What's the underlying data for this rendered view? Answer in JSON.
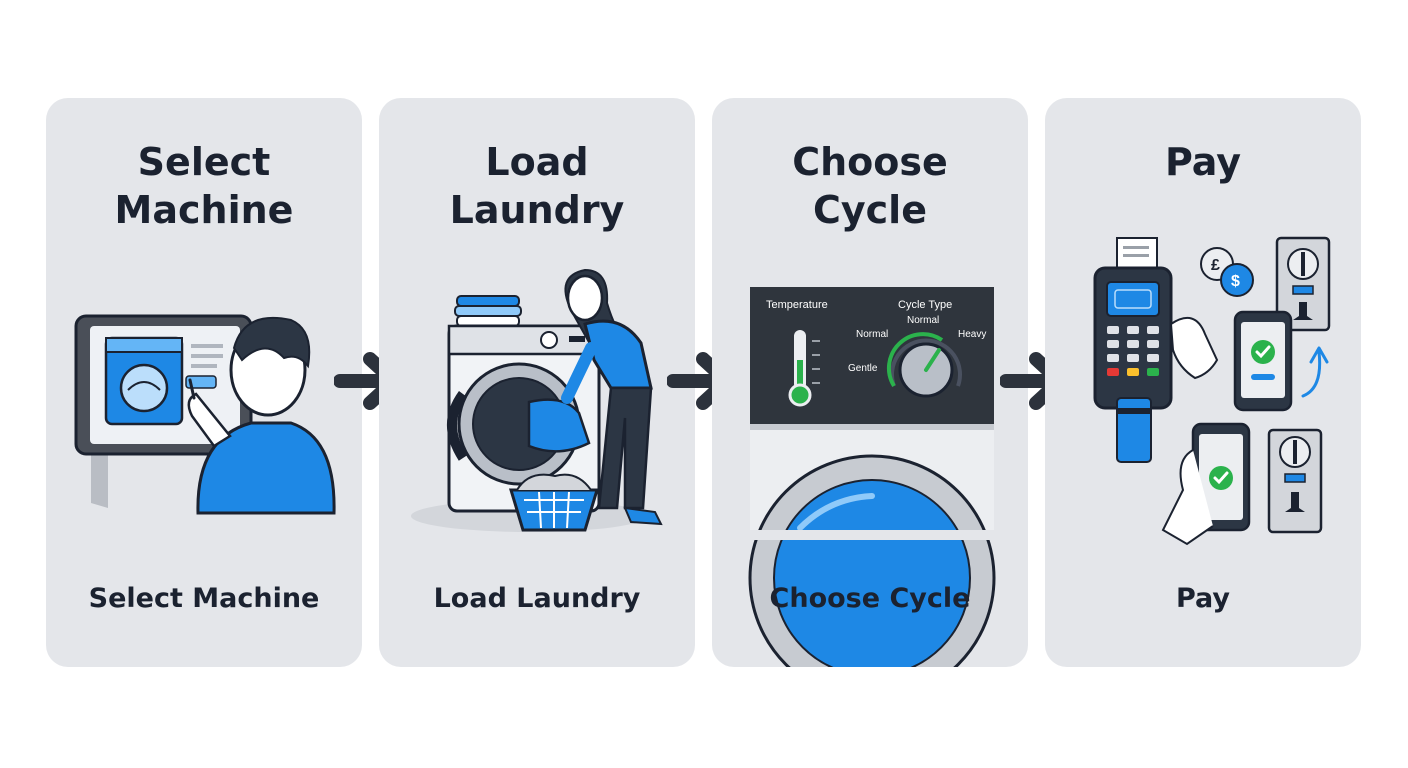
{
  "steps": [
    {
      "title": "Select\nMachine",
      "caption": "Select Machine"
    },
    {
      "title": "Load\nLaundry",
      "caption": "Load Laundry"
    },
    {
      "title": "Choose\nCycle",
      "caption": "Choose Cycle"
    },
    {
      "title": "Pay",
      "caption": "Pay"
    }
  ],
  "cycle_panel": {
    "temperature_label": "Temperature",
    "cycle_type_label": "Cycle Type",
    "options": {
      "normal_top": "Normal",
      "normal_left": "Normal",
      "heavy": "Heavy",
      "gentle": "Gentle"
    }
  },
  "pay": {
    "pound_symbol": "£",
    "dollar_symbol": "$"
  },
  "colors": {
    "accent": "#1e88e5",
    "dark": "#1b2230",
    "card": "#e4e6ea",
    "success": "#2bb24c"
  },
  "icons": [
    "kiosk-icon",
    "washer-icon",
    "laundry-basket-icon",
    "thermometer-icon",
    "dial-icon",
    "card-terminal-icon",
    "phone-icon",
    "coin-slot-icon",
    "checkmark-icon",
    "arrow-right-icon"
  ]
}
